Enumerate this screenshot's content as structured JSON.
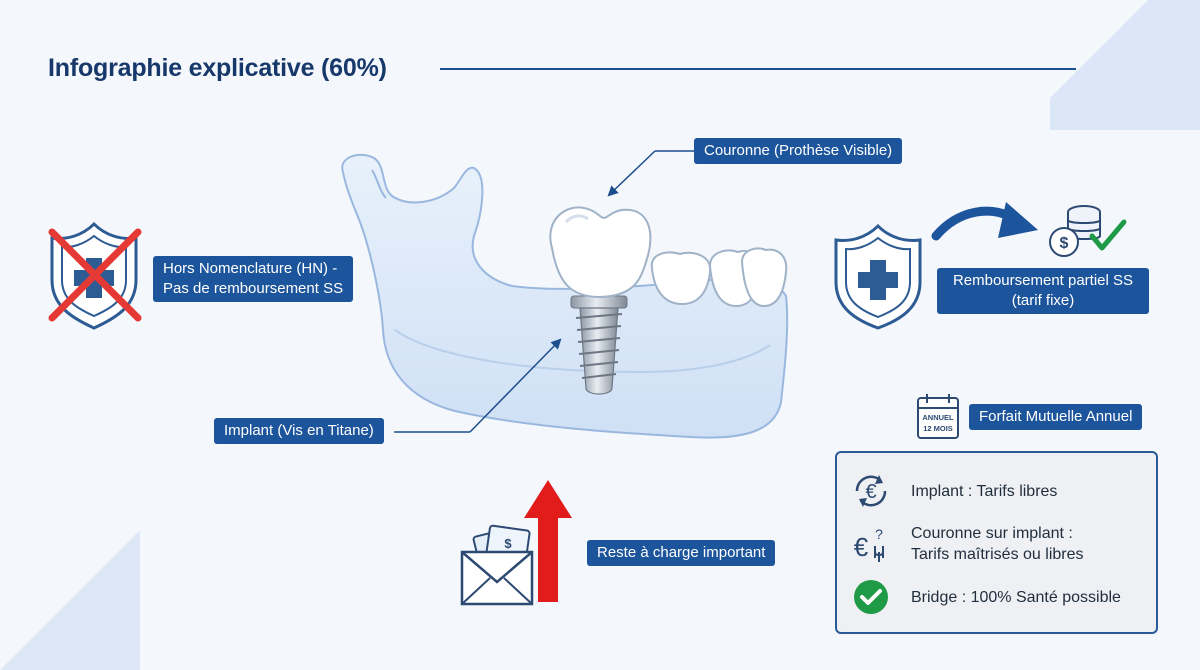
{
  "title": "Infographie explicative (60%)",
  "labels": {
    "crown": "Couronne (Prothèse Visible)",
    "hn": "Hors Nomenclature (HN) -\nPas de remboursement SS",
    "implant": "Implant (Vis en Titane)",
    "reimbursement": "Remboursement partiel SS\n(tarif fixe)",
    "mutual": "Forfait Mutuelle Annuel",
    "reste": "Reste à charge important"
  },
  "calendar": {
    "line1": "ANNUEL",
    "line2": "12 MOIS"
  },
  "info_box": {
    "items": [
      {
        "icon": "euro-cycle-icon",
        "text": "Implant : Tarifs libres"
      },
      {
        "icon": "euro-question-icon",
        "text": "Couronne sur implant :\nTarifs maîtrisés ou libres"
      },
      {
        "icon": "green-check-icon",
        "text": "Bridge : 100% Santé possible"
      }
    ]
  },
  "colors": {
    "brand_blue": "#1d559c",
    "title": "#17386a",
    "jaw": "#d9e7f7",
    "cross": "#e53935",
    "arrow_red": "#e21b1b",
    "check_green": "#1f9a47"
  }
}
